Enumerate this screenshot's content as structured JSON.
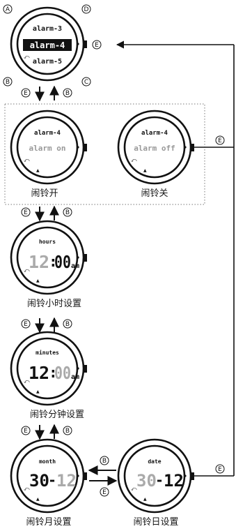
{
  "buttons": {
    "a": "A",
    "b": "B",
    "c": "C",
    "d": "D",
    "e": "E"
  },
  "watch1": {
    "line1": "alarm-3",
    "line2": "alarm-4",
    "line3": "alarm-5"
  },
  "watch_on": {
    "title": "alarm-4",
    "state": "alarm on",
    "caption": "闹铃开"
  },
  "watch_off": {
    "title": "alarm-4",
    "state": "alarm off",
    "caption": "闹铃关"
  },
  "watch_hour": {
    "title": "hours",
    "hh": "12",
    "colon": ":",
    "mm": "00",
    "ampm": "am",
    "caption": "闹铃小时设置"
  },
  "watch_minute": {
    "title": "minutes",
    "hh": "12",
    "colon": ":",
    "mm": "00",
    "ampm": "am",
    "caption": "闹铃分钟设置"
  },
  "watch_month": {
    "title": "month",
    "day": "30",
    "dash": "-",
    "month": "12",
    "caption": "闹铃月设置"
  },
  "watch_date": {
    "title": "date",
    "day": "30",
    "dash": "-",
    "month": "12",
    "caption": "闹铃日设置"
  }
}
